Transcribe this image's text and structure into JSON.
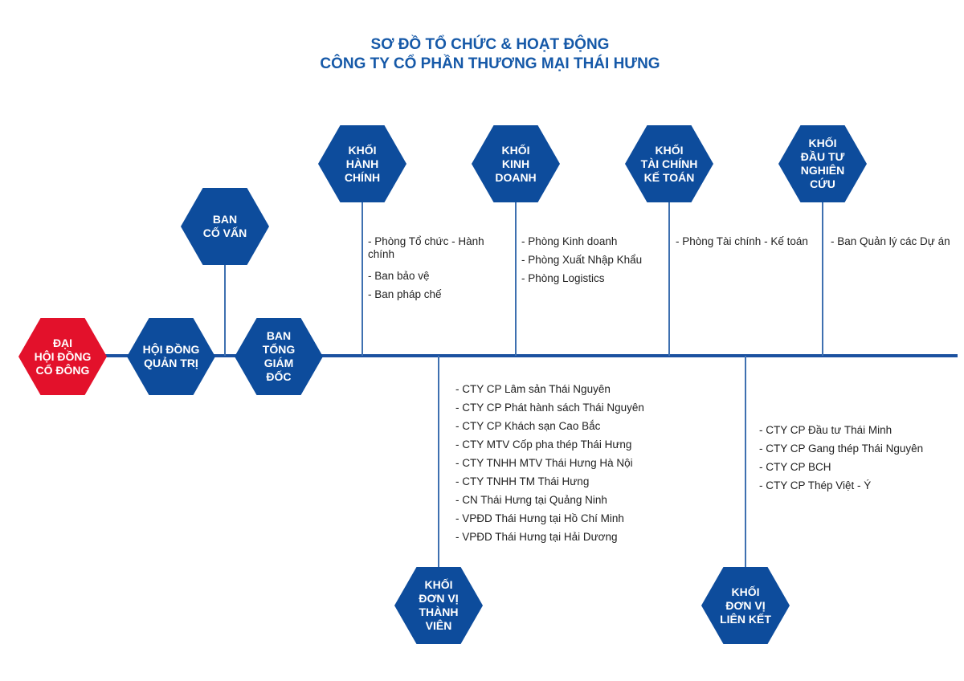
{
  "title": {
    "line1": "SƠ ĐỒ TỔ CHỨC & HOẠT ĐỘNG",
    "line2": "CÔNG TY CỔ PHẦN THƯƠNG MẠI THÁI HƯNG"
  },
  "colors": {
    "primary": "#0d4c9c",
    "accent": "#e3112b",
    "title": "#1659a8"
  },
  "nodes": {
    "dai_hoi": "ĐẠI\nHỘI ĐỒNG\nCỔ ĐÔNG",
    "hdqt": "HỘI ĐỒNG\nQUẢN TRỊ",
    "tgd": "BAN\nTỔNG\nGIÁM\nĐỐC",
    "co_van": "BAN\nCỐ VẤN",
    "hanh_chinh": "KHỐI\nHÀNH\nCHÍNH",
    "kinh_doanh": "KHỐI\nKINH\nDOANH",
    "tai_chinh": "KHỐI\nTÀI CHÍNH\nKẾ TOÁN",
    "dau_tu": "KHỐI\nĐẦU TƯ\nNGHIÊN\nCỨU",
    "thanh_vien": "KHỐI\nĐƠN VỊ\nTHÀNH\nVIÊN",
    "lien_ket": "KHỐI\nĐƠN VỊ\nLIÊN KẾT"
  },
  "lists": {
    "hanh_chinh": [
      "- Phòng Tổ chức - Hành chính",
      "- Ban bảo vệ",
      "- Ban pháp chế"
    ],
    "kinh_doanh": [
      "- Phòng Kinh doanh",
      "- Phòng Xuất Nhập Khẩu",
      "- Phòng Logistics"
    ],
    "tai_chinh": [
      "- Phòng Tài chính - Kế toán"
    ],
    "dau_tu": [
      "- Ban Quản lý các Dự án"
    ],
    "thanh_vien": [
      "- CTY CP Lâm sản Thái Nguyên",
      "- CTY CP Phát hành sách Thái Nguyên",
      "- CTY CP Khách sạn Cao Bắc",
      "- CTY MTV Cốp pha thép Thái Hưng",
      "- CTY TNHH MTV Thái Hưng Hà Nội",
      "- CTY TNHH TM Thái Hưng",
      "- CN Thái Hưng tại Quảng Ninh",
      "- VPĐD Thái Hưng tại  Hồ Chí Minh",
      "- VPĐD Thái Hưng tại Hải Dương"
    ],
    "lien_ket": [
      "- CTY CP Đầu tư Thái Minh",
      "- CTY CP Gang thép Thái Nguyên",
      "- CTY CP BCH",
      "- CTY CP Thép Việt - Ý"
    ]
  }
}
